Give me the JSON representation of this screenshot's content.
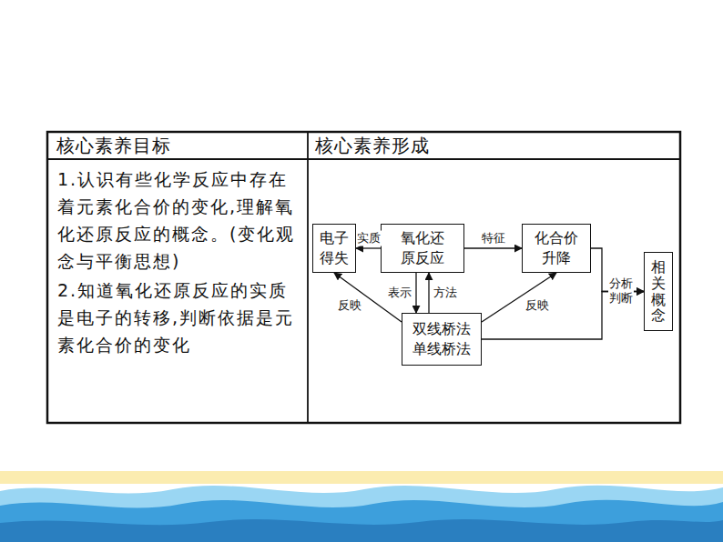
{
  "diagram": {
    "nodes": [
      {
        "text": [
          "电子得失"
        ]
      },
      {
        "text": [
          "氧化还原反应"
        ]
      },
      {
        "text": [
          "化合价升降"
        ]
      },
      {
        "text": [
          "相关概念"
        ]
      },
      {
        "text": [
          "双线桥法 单线桥法"
        ]
      }
    ],
    "edges": [
      {
        "from": 1,
        "to": 0,
        "arrow": "to",
        "label": "实质"
      },
      {
        "from": 1,
        "to": 2,
        "arrow": "to",
        "label": "特征"
      },
      {
        "from": 1,
        "to": 4,
        "arrow": "to",
        "label": "表示"
      },
      {
        "from": 4,
        "to": 1,
        "arrow": "to",
        "label": "方法"
      },
      {
        "from": 4,
        "to": 0,
        "arrow": "to",
        "label": "反映"
      },
      {
        "from": 4,
        "to": 2,
        "arrow": "to",
        "label": "反映"
      },
      {
        "from": 2,
        "to": 3,
        "arrow": "to",
        "label": "分析 判断"
      },
      {
        "from": 4,
        "to": 3,
        "arrow": "to"
      }
    ],
    "labels": [
      "核心素养目标",
      "核心素养形成",
      "1.认识有些化学反应中存在着元素化合价的变化,理解氧化还原反应的概念。(变化观念与平衡思想)",
      "2.知道氧化还原反应的实质是电子的转移,判断依据是元素化合价的变化"
    ]
  }
}
